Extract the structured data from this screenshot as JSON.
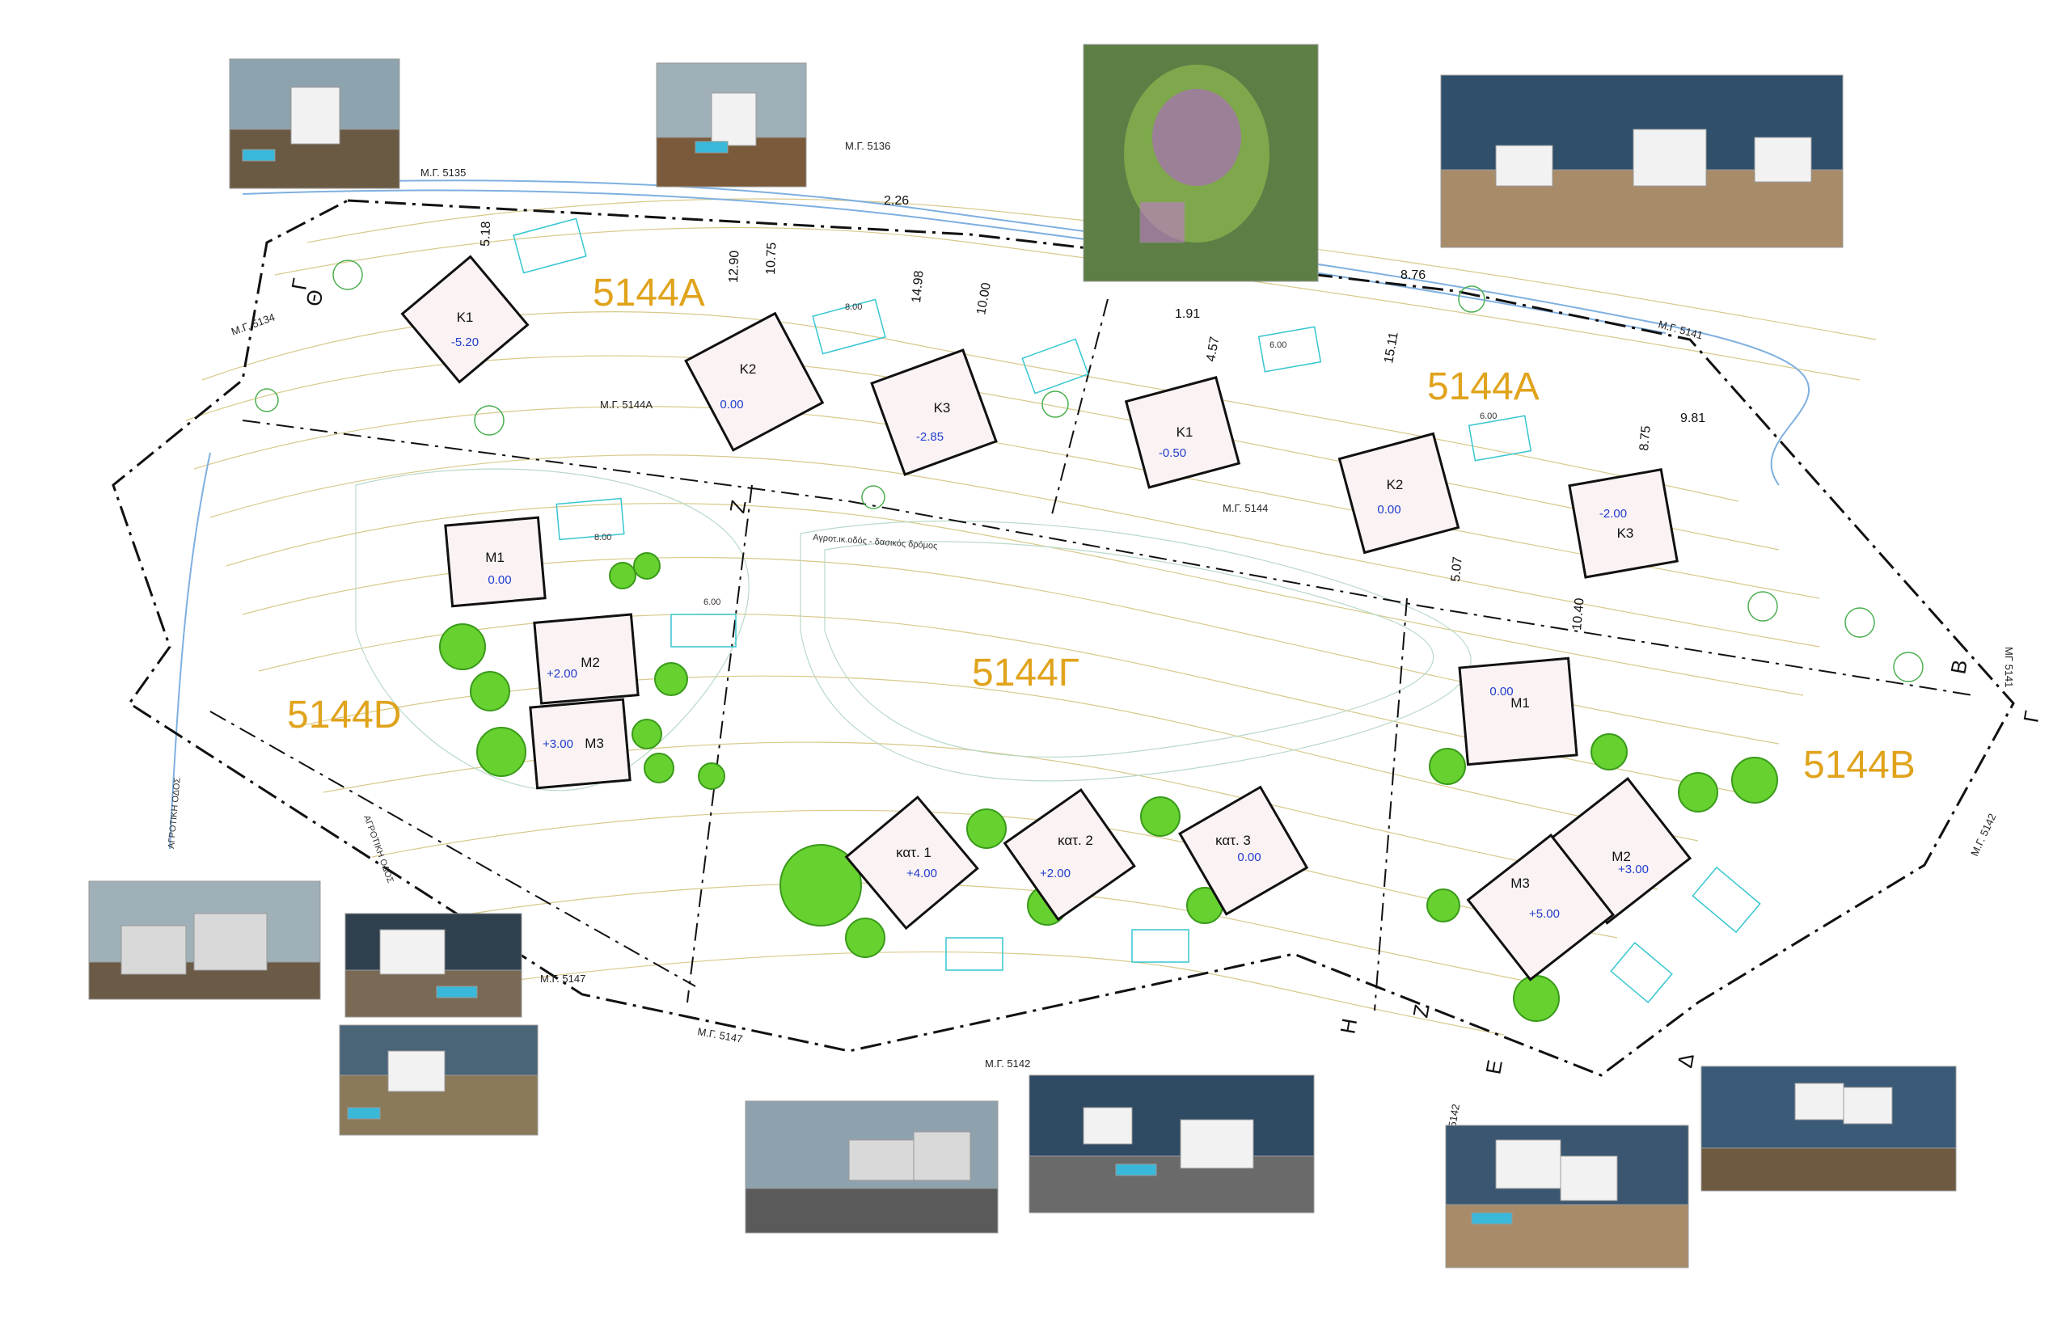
{
  "zones": {
    "a_west": "5144A",
    "a_east": "5144A",
    "gamma": "5144Γ",
    "delta": "5144D",
    "beta": "5144B"
  },
  "parcels": {
    "p5135": "Μ.Γ. 5135",
    "p5136": "Μ.Γ. 5136",
    "p5134": "Μ.Γ. 5134",
    "p5144a": "Μ.Γ. 5144Α",
    "p5144": "Μ.Γ. 5144",
    "p5141": "Μ.Γ. 5141",
    "p5141v": "ΜΓ 5141",
    "p5142": "Μ.Γ. 5142",
    "p5142b": "Μ.Γ. 5142",
    "p5142c": "5142",
    "p5147a": "Μ.Γ. 5147",
    "p5147b": "Μ.Γ. 5147",
    "road1": "ΑΓΡΟΤΙΚΗ ΟΔΟΣ",
    "road2": "ΑΓΡΟΤΙΚΗ ΟΔΟΣ",
    "road3": "Αγροτ.ικ.οδός - δασικός δρόμος"
  },
  "dimensions": {
    "d1": "5.18",
    "d2": "12.90",
    "d3": "10.75",
    "d4": "14.98",
    "d5": "10.00",
    "d6": "2.26",
    "d7": "1.91",
    "d8": "4.57",
    "d9": "8.76",
    "d10": "15.11",
    "d11": "9.81",
    "d12": "8.75",
    "d13": "5.07",
    "d14": "10.40"
  },
  "letters": {
    "gamma": "Γ",
    "theta": "Θ",
    "zeta1": "Ζ",
    "beta": "Β",
    "gamma2": "Γ",
    "eta": "Η",
    "zeta2": "Ζ",
    "epsilon": "Ε",
    "delta": "Δ"
  },
  "houses": {
    "aw_k1": {
      "name": "K1",
      "level": "-5.20"
    },
    "aw_k2": {
      "name": "K2",
      "level": "0.00"
    },
    "aw_k3": {
      "name": "K3",
      "level": "-2.85"
    },
    "ae_k1": {
      "name": "K1",
      "level": "-0.50"
    },
    "ae_k2": {
      "name": "K2",
      "level": "0.00"
    },
    "ae_k3": {
      "name": "K3",
      "level": "-2.00"
    },
    "d_m1": {
      "name": "M1",
      "level": "0.00"
    },
    "d_m2": {
      "name": "M2",
      "level": "+2.00"
    },
    "d_m3": {
      "name": "M3",
      "level": "+3.00"
    },
    "g_k1": {
      "name": "κατ. 1",
      "level": "+4.00"
    },
    "g_k2": {
      "name": "κατ. 2",
      "level": "+2.00"
    },
    "g_k3": {
      "name": "κατ. 3",
      "level": "0.00"
    },
    "b_m1": {
      "name": "M1",
      "level": "0.00"
    },
    "b_m2": {
      "name": "M2",
      "level": "+3.00"
    },
    "b_m3": {
      "name": "M3",
      "level": "+5.00"
    }
  },
  "small_labels": {
    "pool1": "8.00",
    "pool2": "6.00",
    "pool3": "6.00",
    "pool4": "6.00",
    "pool5": "8.00"
  },
  "colors": {
    "zone_label": "#e0a31c",
    "level_text": "#1f3ccf",
    "tree_green": "#66d12f",
    "pool_cyan": "#36c6d0"
  }
}
